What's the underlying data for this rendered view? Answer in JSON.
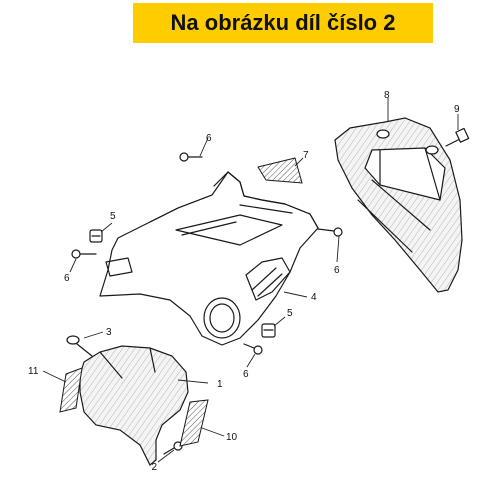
{
  "banner": {
    "text": "Na obrázku díl číslo 2",
    "color": "#ffcc00"
  },
  "callouts": [
    "1",
    "2",
    "3",
    "4",
    "5",
    "5",
    "6",
    "6",
    "6",
    "6",
    "7",
    "8",
    "9",
    "10",
    "11"
  ]
}
